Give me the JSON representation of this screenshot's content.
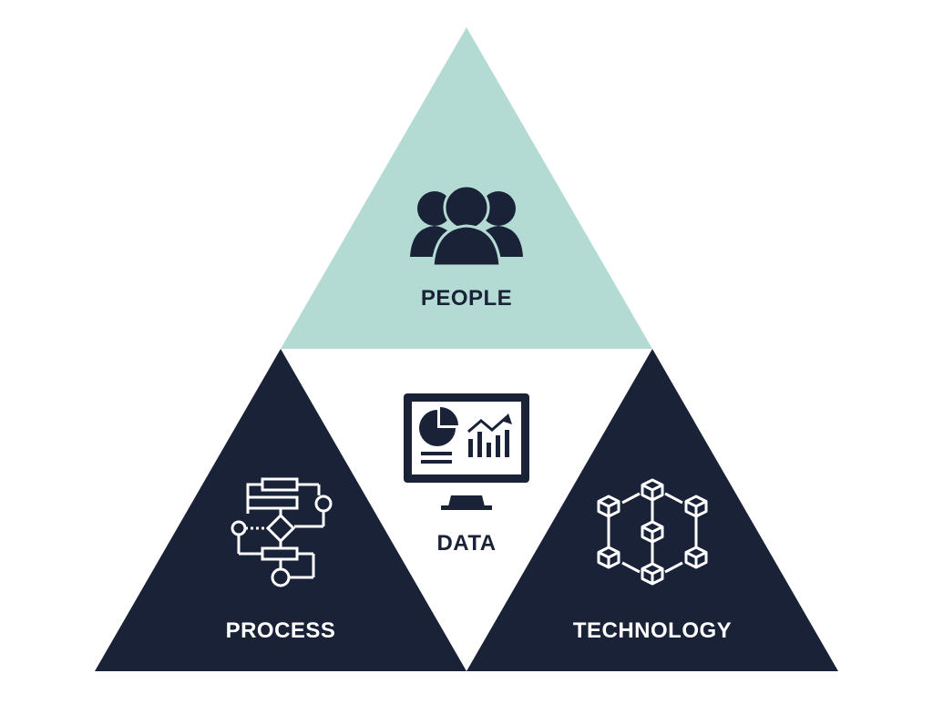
{
  "diagram": {
    "segments": {
      "people": {
        "label": "PEOPLE",
        "icon": "people-group-icon",
        "fill": "#b3dbd3"
      },
      "process": {
        "label": "PROCESS",
        "icon": "flowchart-icon",
        "fill": "#1a2238"
      },
      "data": {
        "label": "DATA",
        "icon": "monitor-chart-icon",
        "fill": "#ffffff"
      },
      "technology": {
        "label": "TECHNOLOGY",
        "icon": "blockchain-cubes-icon",
        "fill": "#1a2238"
      }
    },
    "colors": {
      "navy": "#1a2238",
      "mint": "#b3dbd3",
      "white": "#ffffff"
    }
  }
}
